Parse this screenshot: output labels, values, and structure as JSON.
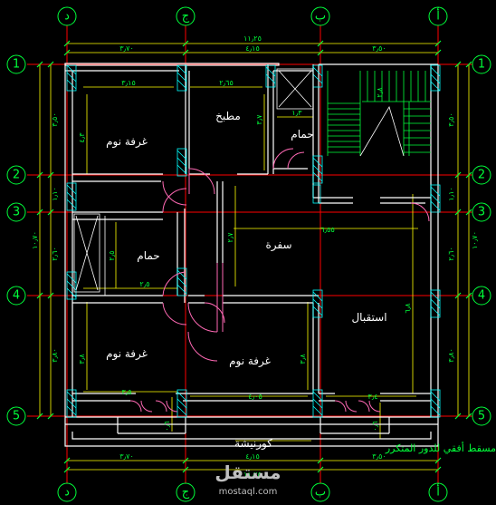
{
  "axes": {
    "top": [
      "د",
      "ج",
      "ب",
      "أ"
    ],
    "bottom": [
      "د",
      "ج",
      "ب",
      "أ"
    ],
    "left": [
      "1",
      "2",
      "3",
      "4",
      "5"
    ],
    "right": [
      "1",
      "2",
      "3",
      "4",
      "5"
    ]
  },
  "dimensions": {
    "top_overall": "١١٫٢٥",
    "top_segments": [
      "٣٫٧٠",
      "٤٫١٥",
      "٣٫٥٠"
    ],
    "bottom_overall": "١١٫٢٥",
    "bottom_segments": [
      "٣٫٧٠",
      "٤٫١٥",
      "٣٫٥٠"
    ],
    "left_overall": "١٠٫٧٠",
    "left_segments": [
      "٣٫٥٠",
      "١٫١٠",
      "٢٫٦٠",
      "٣٫٨٠"
    ],
    "right_overall": "١٠٫٧٠",
    "right_segments": [
      "٣٫٥٠",
      "١٫١٠",
      "٢٫٦٠",
      "٣٫٨٠"
    ],
    "internal": {
      "bed1_width": "٣٫١٥",
      "kitchen_width": "٢٫٦٥",
      "bed1_depth": "٤٫٣",
      "kitchen_depth": "٣٫٧",
      "bath1_width": "١٫٣",
      "stair_dim": "٢٫٨",
      "bath2_depth": "٢٫٥",
      "bath2_width": "٢٫٥",
      "dining_width": "٦٫٥٥",
      "dining_depth": "٢٫٧",
      "reception_depth": "٦٫٨",
      "bed2_depth": "٣٫٨",
      "bed3_depth": "٣٫٨",
      "bed2_width": "٣٫٥",
      "bed3_width": "٤٫٠٥",
      "reception_width": "٣٫٤",
      "balcony1": "٠٫٦",
      "balcony2": "٠٫٦"
    }
  },
  "rooms": {
    "bedroom1": "غرفة نوم",
    "kitchen": "مطبخ",
    "bathroom1": "حمام",
    "bathroom2": "حمام",
    "dining": "سفرة",
    "bedroom2": "غرفة نوم",
    "bedroom3": "غرفة نوم",
    "reception": "استقبال",
    "corridor": "كورنيشة"
  },
  "plan_title": "مسقط أفقي للدور المتكرر",
  "watermark": {
    "arabic": "مستقل",
    "latin": "mostaql.com"
  },
  "colors": {
    "background": "#000000",
    "gridline": "#ff0000",
    "wall": "#ffffff",
    "dimension": "#ffff00",
    "text_green": "#00ff3a",
    "hatch": "#00ffff",
    "door": "#ff69b4",
    "stair": "#00ff3a"
  }
}
